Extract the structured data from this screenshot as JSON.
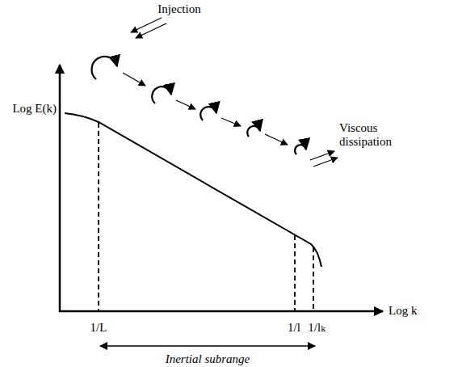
{
  "diagram": {
    "labels": [
      "Injection",
      "Log E(k)",
      "Viscous dissipation",
      "Log k",
      "1/L",
      "1/l",
      "1/lₖ",
      "Inertial subrange"
    ]
  }
}
